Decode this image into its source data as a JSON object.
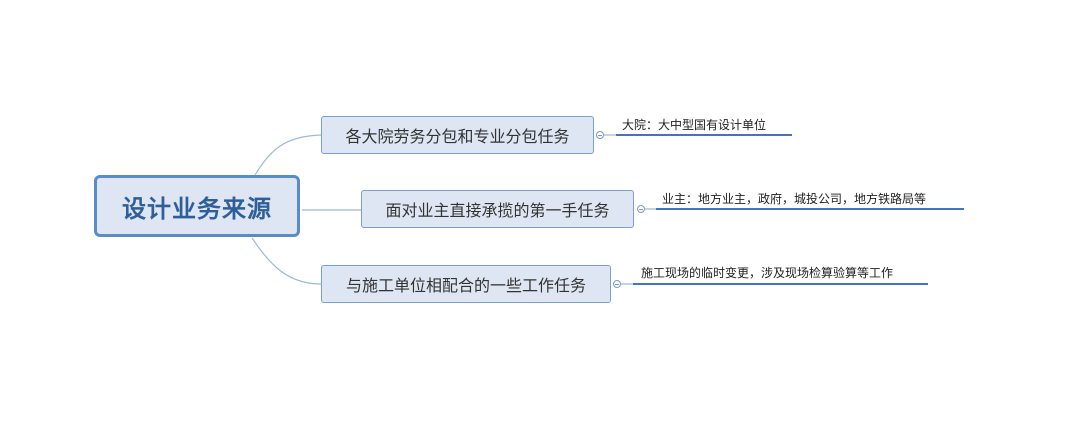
{
  "mindmap": {
    "root": {
      "label": "设计业务来源"
    },
    "branches": [
      {
        "label": "各大院劳务分包和专业分包任务",
        "detail": "大院：大中型国有设计单位"
      },
      {
        "label": "面对业主直接承揽的第一手任务",
        "detail": "业主：地方业主，政府，城投公司，地方铁路局等"
      },
      {
        "label": "与施工单位相配合的一些工作任务",
        "detail": "施工现场的临时变更，涉及现场检算验算等工作"
      }
    ],
    "colors": {
      "node_fill": "#dde6f2",
      "root_border": "#5b8cc9",
      "branch_border": "#7aa0d0",
      "root_text": "#2f5f9a",
      "connector": "#9db8d8",
      "leaf_underline": "#4472c4"
    }
  }
}
